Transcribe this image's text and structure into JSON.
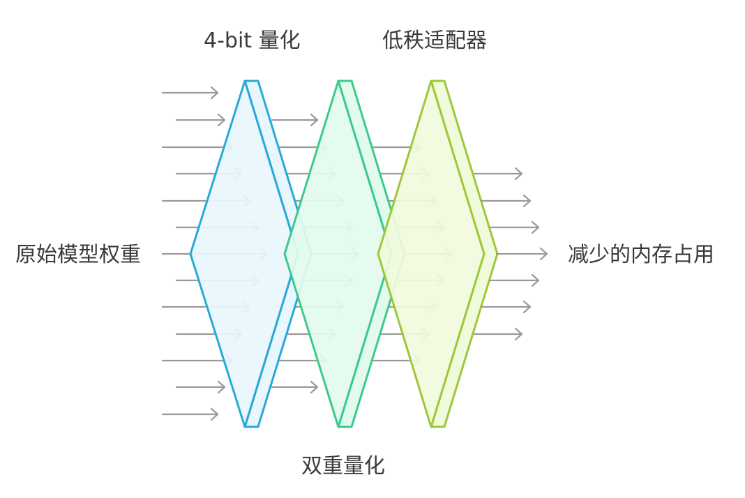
{
  "labels": {
    "quant_4bit": "4-bit 量化",
    "low_rank_adapter": "低秩适配器",
    "double_quant": "双重量化",
    "input": "原始模型权重",
    "output": "减少的内存占用"
  },
  "colors": {
    "arrow": "#9a9a9a",
    "layer1_stroke": "#2aa8d8",
    "layer1_fill": "#e8f6fd",
    "layer2_stroke": "#3cc98a",
    "layer2_fill": "#e3fbef",
    "layer3_stroke": "#9cc83a",
    "layer3_fill": "#f1fbdc"
  }
}
